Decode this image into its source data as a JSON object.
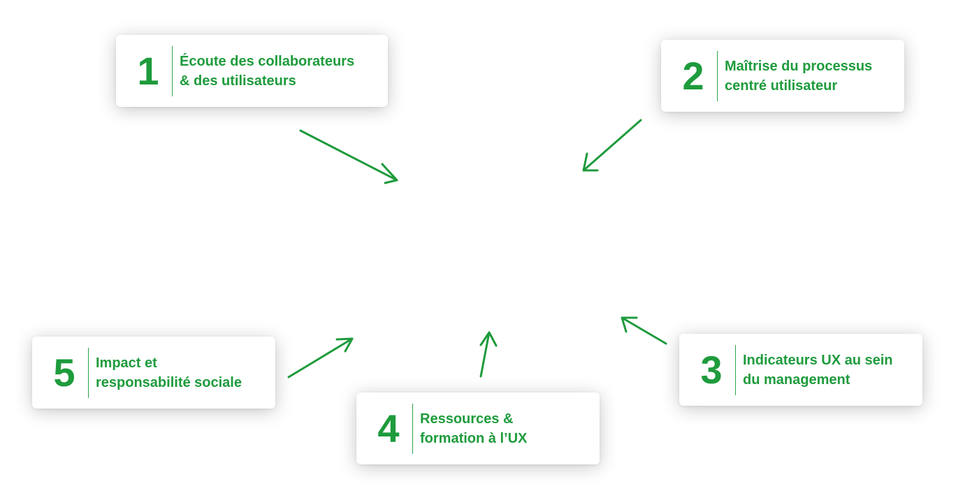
{
  "diagram": {
    "accent_color": "#1e9b3c",
    "items": [
      {
        "id": "1",
        "number": "1",
        "label_line1": "Écoute des collaborateurs",
        "label_line2": "& des utilisateurs"
      },
      {
        "id": "2",
        "number": "2",
        "label_line1": "Maîtrise du processus",
        "label_line2": "centré utilisateur"
      },
      {
        "id": "3",
        "number": "3",
        "label_line1": "Indicateurs UX au sein",
        "label_line2": "du management"
      },
      {
        "id": "4",
        "number": "4",
        "label_line1": "Ressources &",
        "label_line2": "formation à l’UX"
      },
      {
        "id": "5",
        "number": "5",
        "label_line1": "Impact et",
        "label_line2": "responsabilité sociale"
      }
    ]
  }
}
